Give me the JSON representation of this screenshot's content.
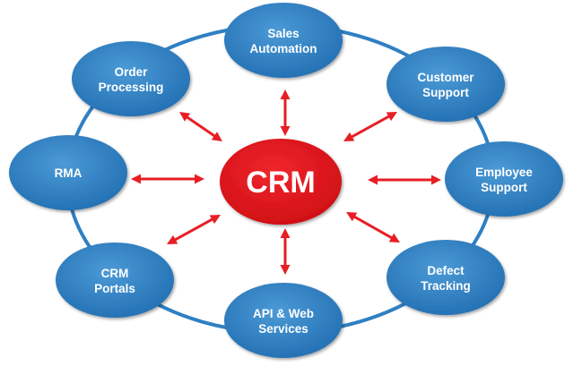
{
  "diagram": {
    "center": {
      "label": "CRM",
      "color": "#e2141b"
    },
    "node_color": "#2f80c2",
    "ring_color": "#2f80c2",
    "arrow_color": "#e81e25",
    "nodes": [
      {
        "id": "sales-automation",
        "line1": "Sales",
        "line2": "Automation"
      },
      {
        "id": "customer-support",
        "line1": "Customer",
        "line2": "Support"
      },
      {
        "id": "employee-support",
        "line1": "Employee",
        "line2": "Support"
      },
      {
        "id": "defect-tracking",
        "line1": "Defect",
        "line2": "Tracking"
      },
      {
        "id": "api-web-services",
        "line1": "API & Web",
        "line2": "Services"
      },
      {
        "id": "crm-portals",
        "line1": "CRM",
        "line2": "Portals"
      },
      {
        "id": "rma",
        "line1": "RMA",
        "line2": ""
      },
      {
        "id": "order-processing",
        "line1": "Order",
        "line2": "Processing"
      }
    ]
  }
}
